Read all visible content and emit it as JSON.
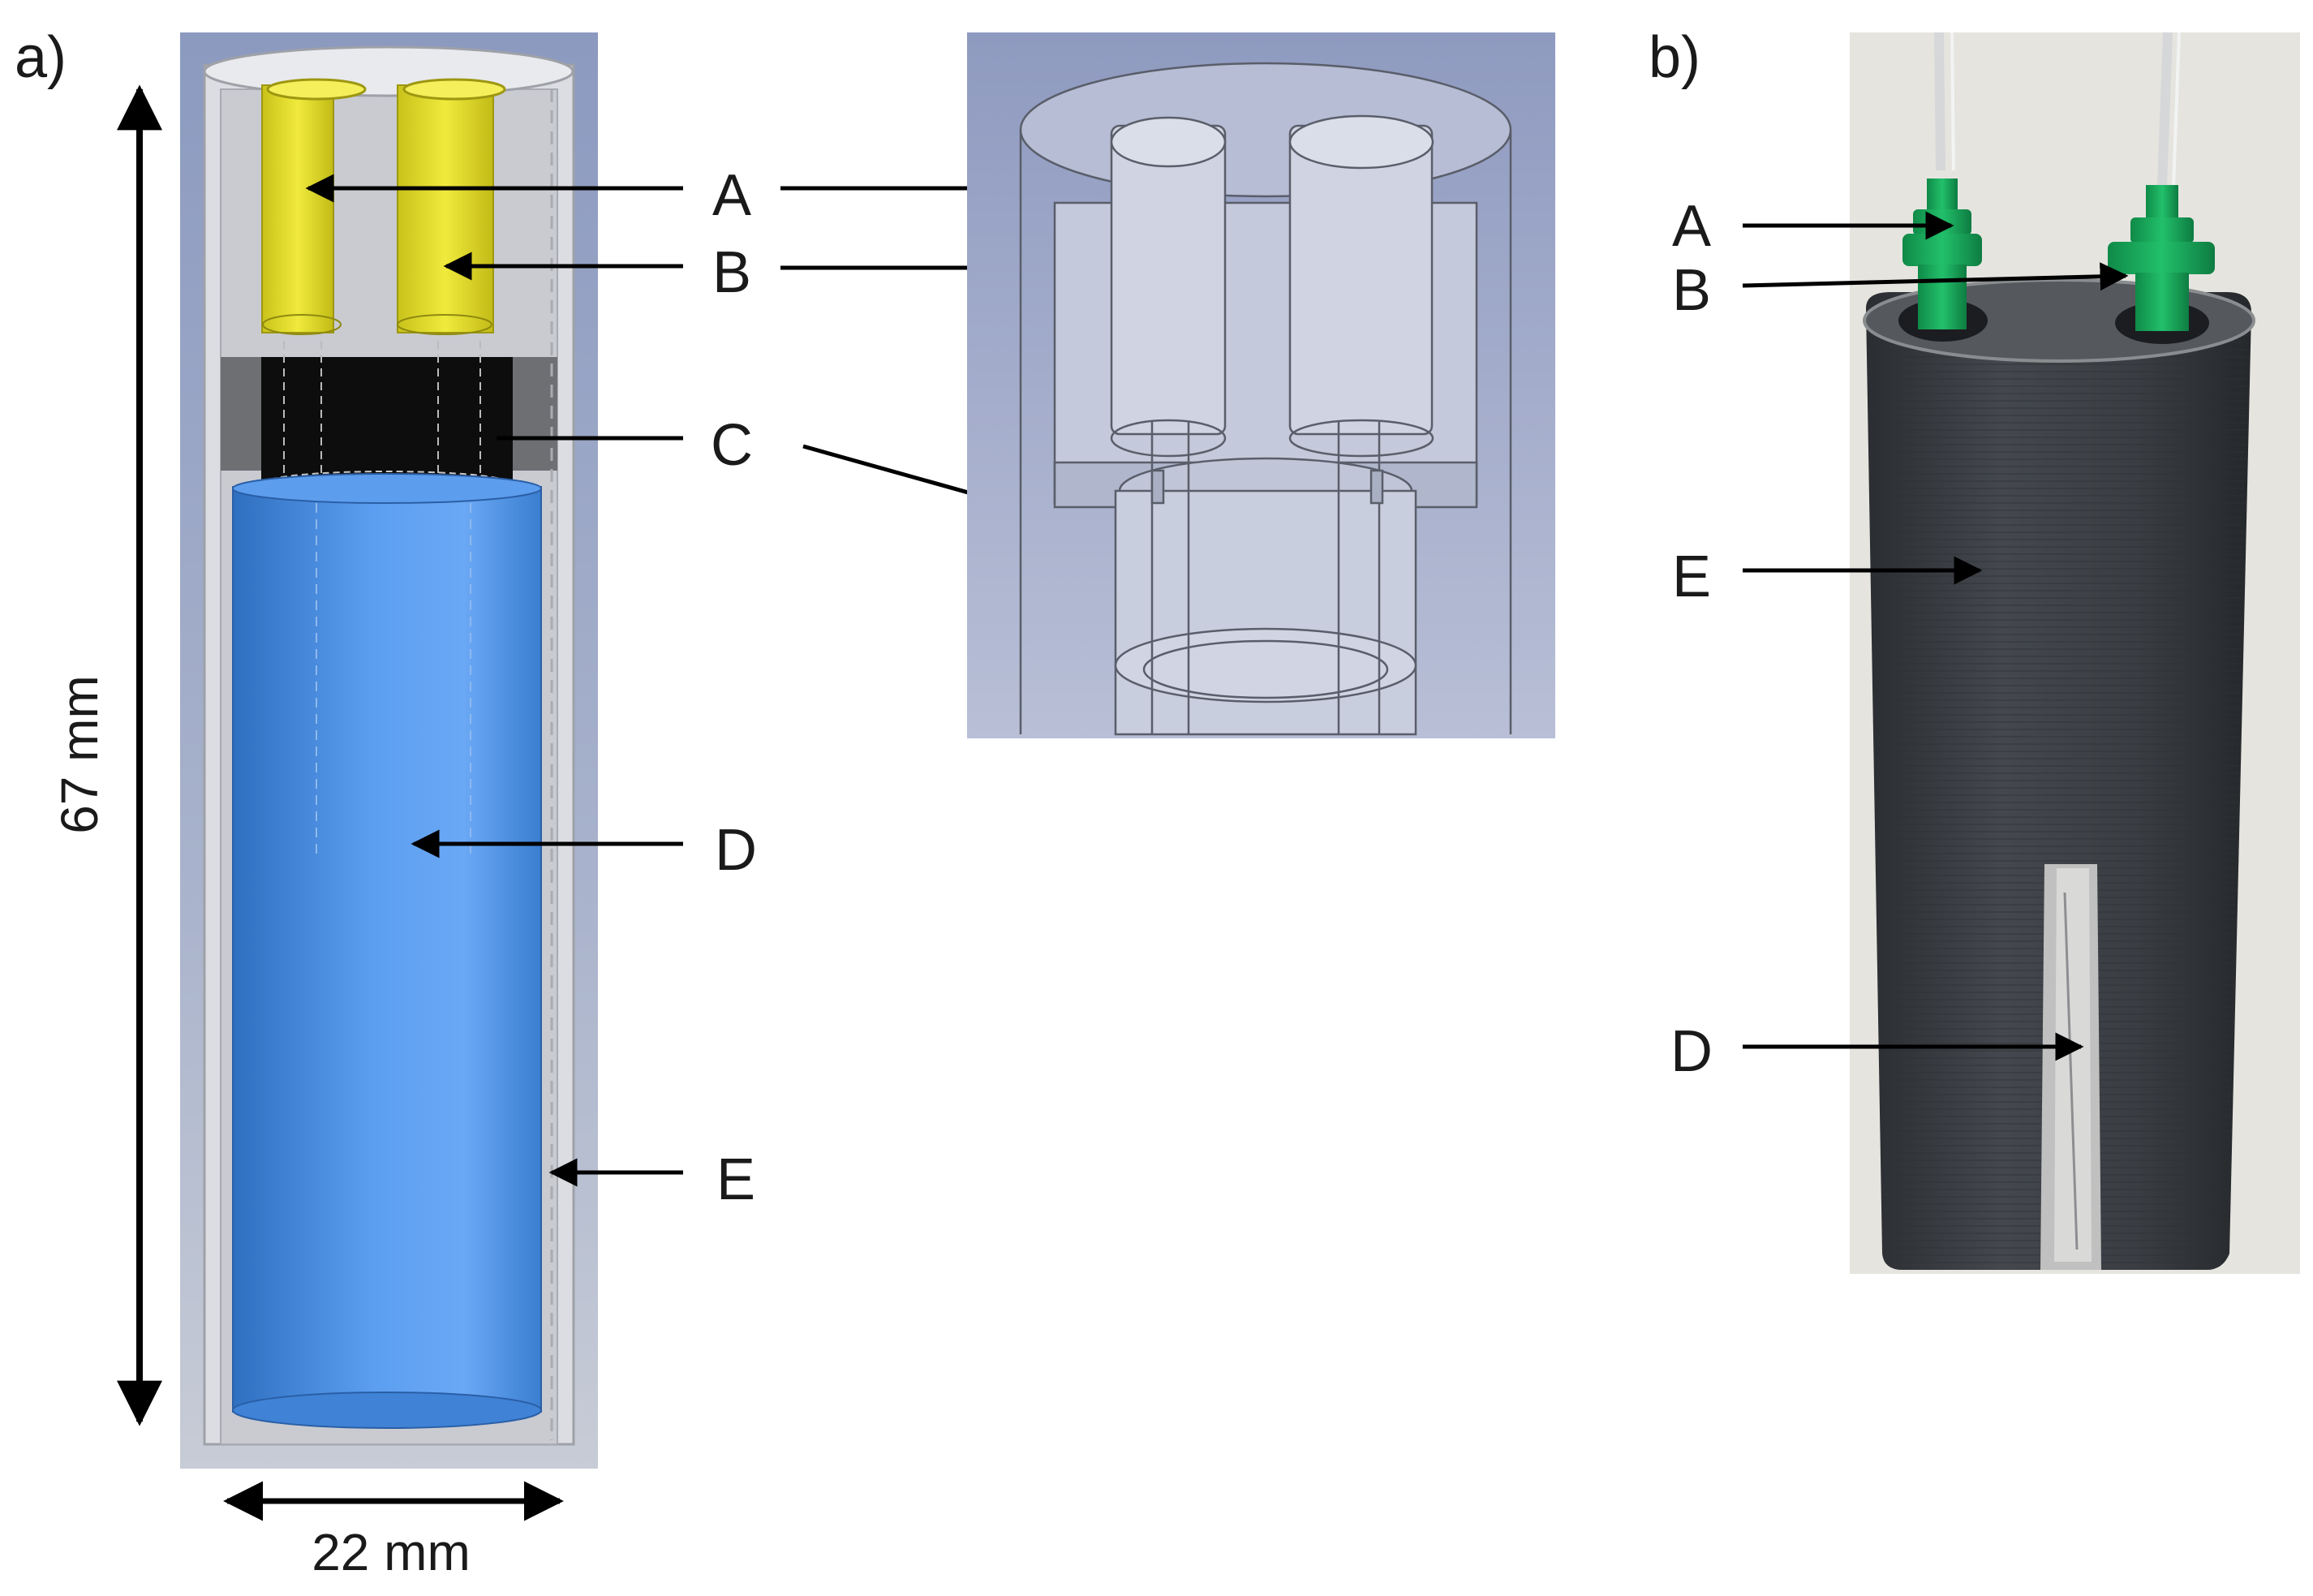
{
  "panel_a": {
    "label": "a)",
    "height_dim": "67 mm",
    "width_dim": "22 mm",
    "callouts": [
      "A",
      "B",
      "C",
      "D",
      "E"
    ]
  },
  "panel_b": {
    "label": "b)",
    "callouts": [
      "A",
      "B",
      "E",
      "D"
    ]
  },
  "colors": {
    "cad_background": "#9aa6c2",
    "cad_shell": "#d9d9de",
    "yellow_part": "#e2dc2a",
    "black_part": "#111111",
    "blue_part": "#4a8ee0",
    "print_body": "#3b3f44",
    "green_connector": "#18a75c",
    "photo_background": "#e9e7e2"
  }
}
